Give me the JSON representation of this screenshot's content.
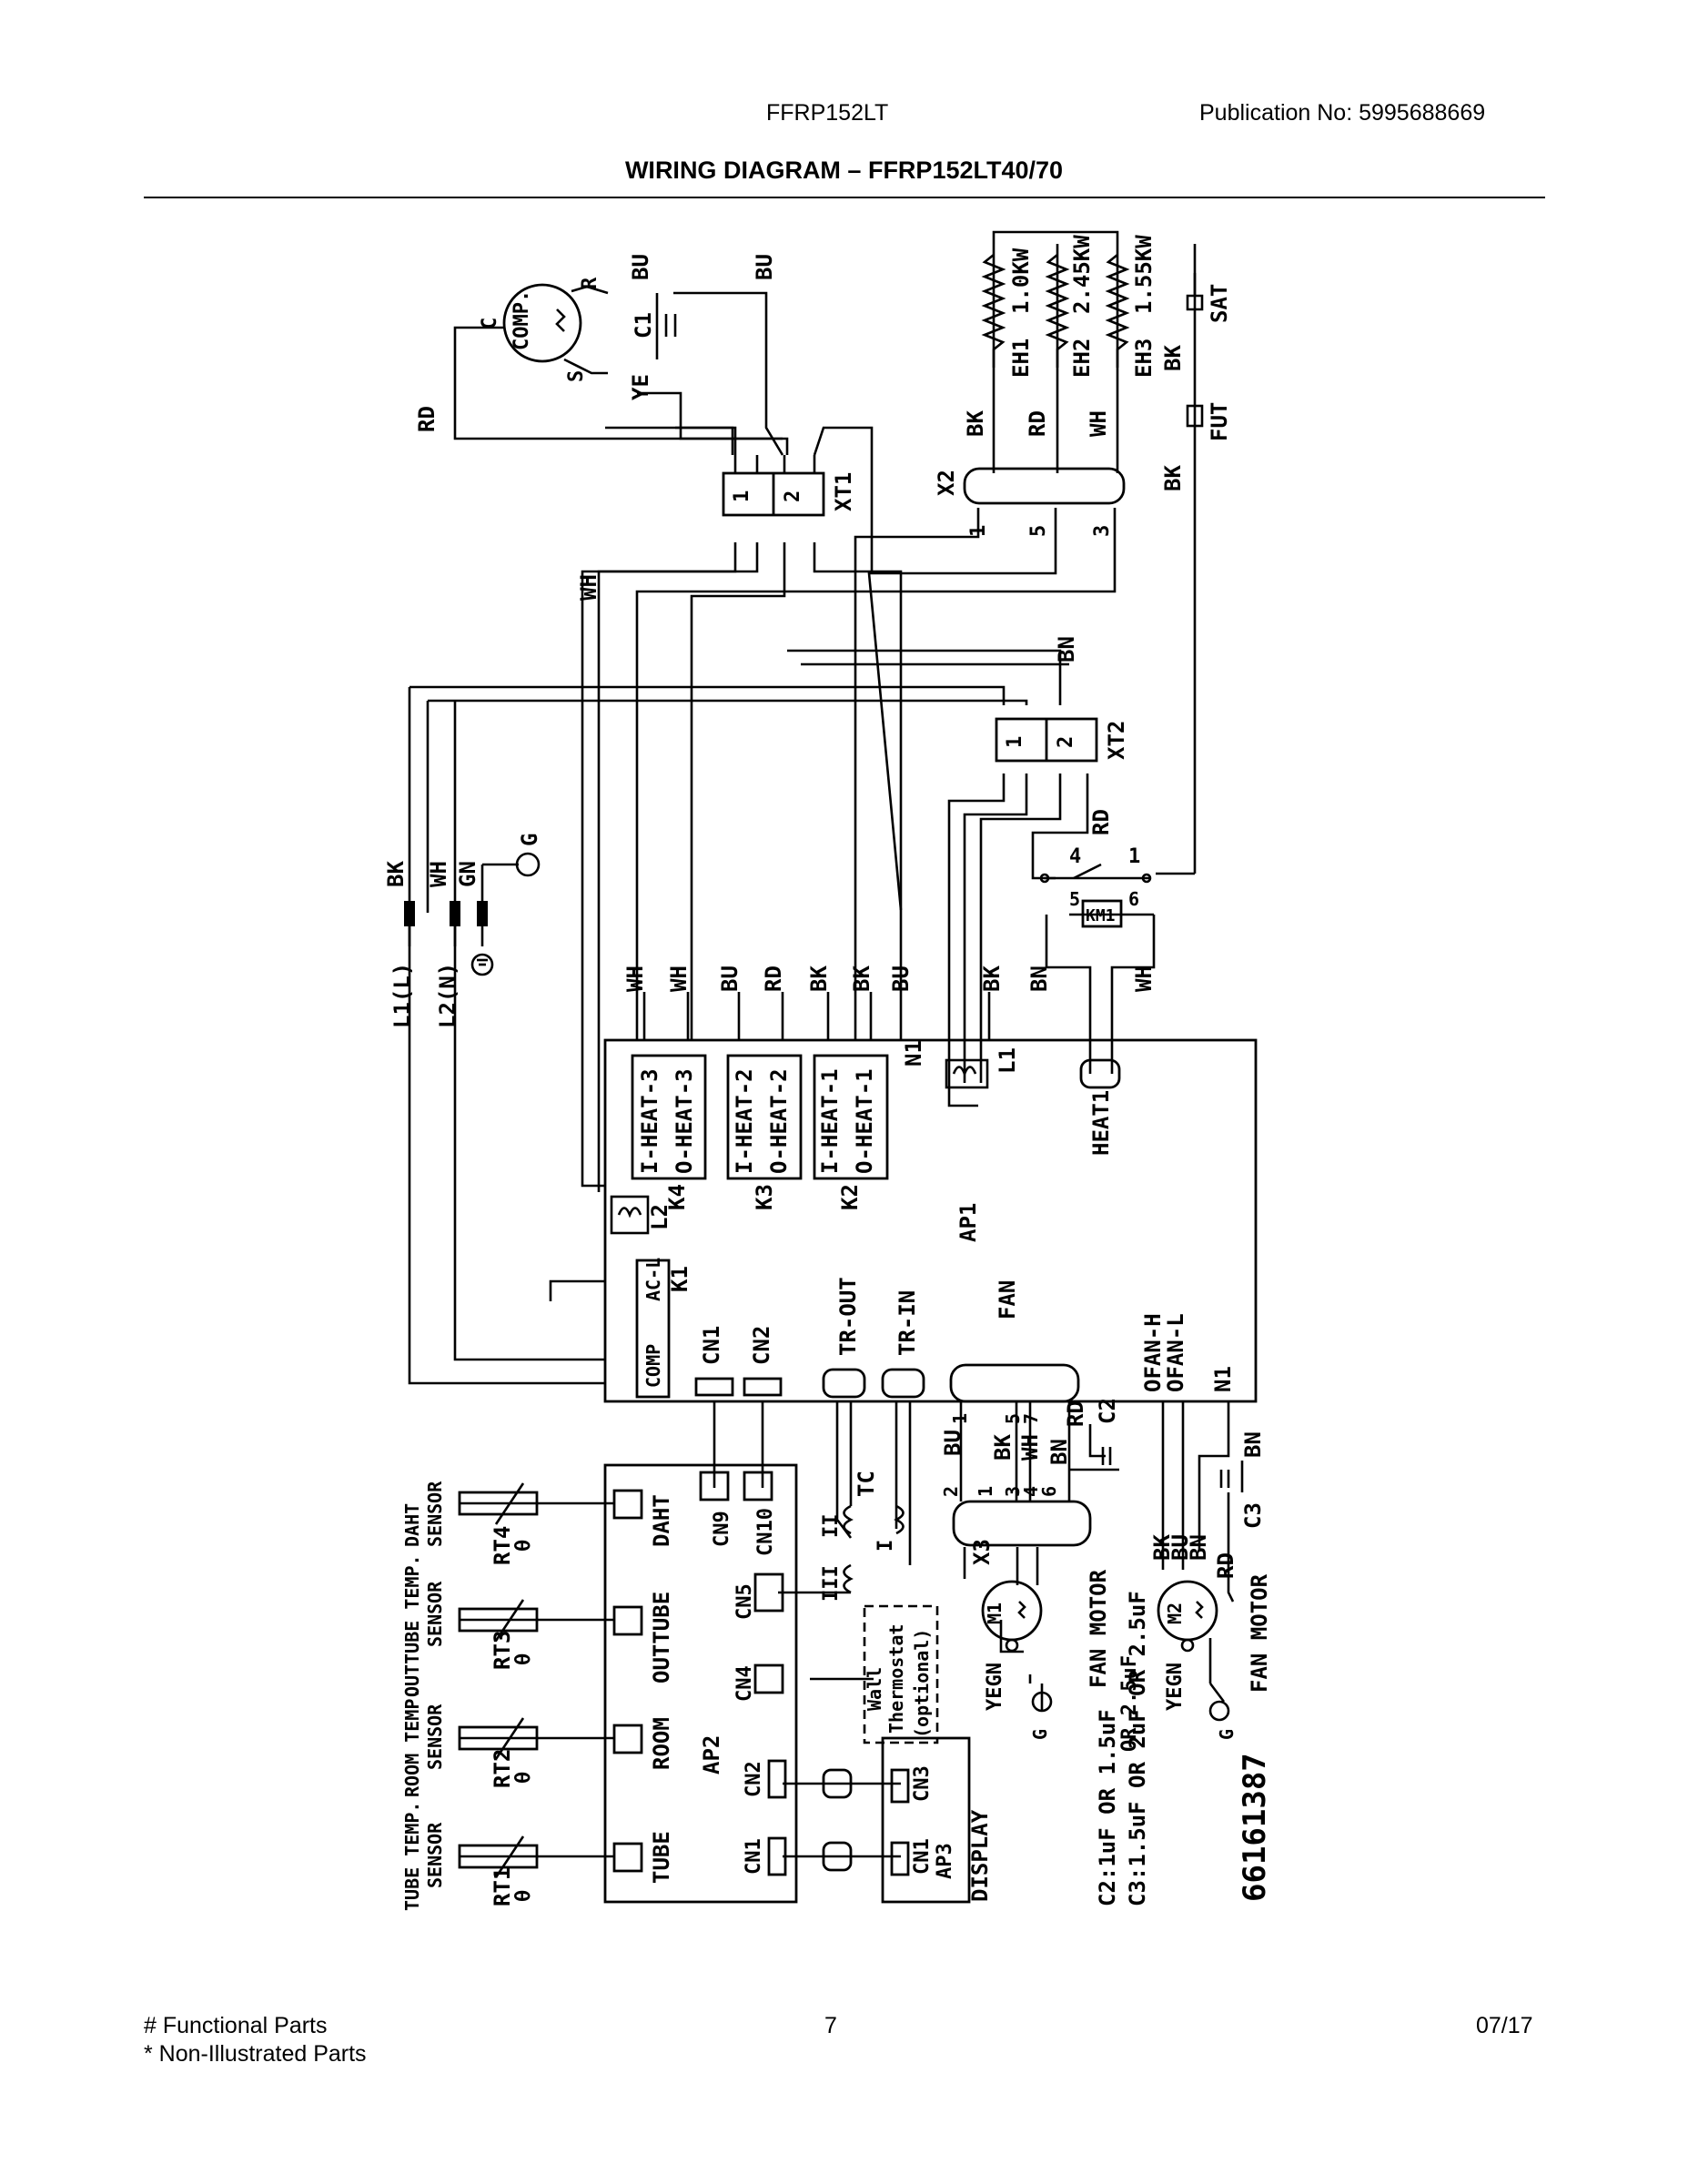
{
  "header": {
    "model": "FFRP152LT",
    "publication": "Publication No:  5995688669",
    "title": "WIRING DIAGRAM – FFRP152LT40/70"
  },
  "footer": {
    "legend_functional": "# Functional Parts",
    "legend_non_illustrated": "* Non-Illustrated Parts",
    "page_number": "7",
    "date": "07/17"
  },
  "diagram": {
    "compressor": {
      "label": "COMP.",
      "c": "C",
      "r": "R",
      "s": "S"
    },
    "capacitor_c1": "C1",
    "heaters": [
      {
        "name": "EH1",
        "rating": "1.0KW"
      },
      {
        "name": "EH2",
        "rating": "2.45KW"
      },
      {
        "name": "EH3",
        "rating": "1.55KW"
      }
    ],
    "sat": "SAT",
    "fut": "FUT",
    "x2": {
      "label": "X2",
      "pins": [
        "1",
        "5",
        "3"
      ]
    },
    "xt1": {
      "label": "XT1",
      "pins": [
        "1",
        "2"
      ]
    },
    "xt2": {
      "label": "XT2",
      "pins": [
        "1",
        "2"
      ]
    },
    "wire_colors": {
      "bk": "BK",
      "wh": "WH",
      "gn": "GN",
      "bu": "BU",
      "rd": "RD",
      "ye": "YE",
      "bn": "BN",
      "yegn": "YEGN"
    },
    "power": {
      "l1": "L1(L)",
      "l2": "L2(N)",
      "g": "G"
    },
    "relay": {
      "pin4": "4",
      "pin1": "1",
      "pin5": "5",
      "pin6": "6",
      "km1": "KM1"
    },
    "board_ap1": {
      "label": "AP1",
      "heat_groups": [
        {
          "relay": "K4",
          "in": "I-HEAT-3",
          "out": "O-HEAT-3"
        },
        {
          "relay": "K3",
          "in": "I-HEAT-2",
          "out": "O-HEAT-2"
        },
        {
          "relay": "K2",
          "in": "I-HEAT-1",
          "out": "O-HEAT-1"
        }
      ],
      "n1": "N1",
      "l1": "L1",
      "l2": "L2",
      "heat1": "HEAT1",
      "k1": "K1",
      "ac_l": "AC-L",
      "comp": "COMP",
      "cn1": "CN1",
      "cn2": "CN2",
      "tr_out": "TR-OUT",
      "tr_in": "TR-IN",
      "fan": "FAN",
      "fan_pins": [
        "1",
        "5",
        "7"
      ],
      "ofan_h": "OFAN-H",
      "ofan_l": "OFAN-L"
    },
    "board_ap2": {
      "label": "AP2",
      "connectors": [
        "DAHT",
        "OUTTUBE",
        "ROOM",
        "TUBE"
      ],
      "cn9": "CN9",
      "cn10": "CN10",
      "cn5": "CN5",
      "cn4": "CN4",
      "cn2": "CN2",
      "cn1": "CN1"
    },
    "sensors": [
      {
        "rt": "RT4",
        "name1": "DAHT",
        "name2": "SENSOR"
      },
      {
        "rt": "RT3",
        "name1": "OUTTUBE TEMP.",
        "name2": "SENSOR"
      },
      {
        "rt": "RT2",
        "name1": "ROOM TEMP.",
        "name2": "SENSOR"
      },
      {
        "rt": "RT1",
        "name1": "TUBE TEMP.",
        "name2": "SENSOR"
      }
    ],
    "theta": "θ",
    "transformer": {
      "label": "TC",
      "ii": "II",
      "iii": "III",
      "i": "I"
    },
    "x3": {
      "label": "X3",
      "pins": [
        "2",
        "1",
        "3",
        "4",
        "6"
      ]
    },
    "fan_motor_1": {
      "label": "M1",
      "caption": "FAN MOTOR"
    },
    "fan_motor_2": {
      "label": "M2",
      "caption": "FAN MOTOR"
    },
    "c2": "C2",
    "c3": "C3",
    "thermostat": {
      "line1": "Wall",
      "line2": "Thermostat",
      "line3": "(optional)"
    },
    "display": {
      "label": "DISPLAY",
      "ap3": "AP3",
      "cn3": "CN3",
      "cn1": "CN1"
    },
    "notes": {
      "c2": "C2:1uF OR 1.5uF",
      "c3": "C3:1.5uF OR 2uF OR 2.5uF",
      "code": "66161387"
    },
    "m1_cap_note": "OR 2.5uF"
  }
}
